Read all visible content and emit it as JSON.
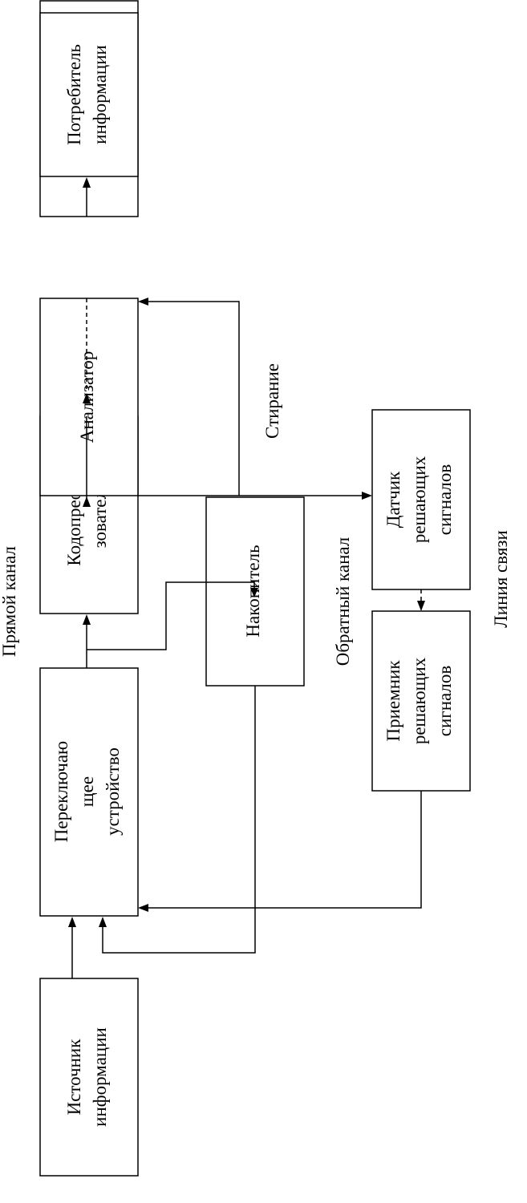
{
  "blocks": {
    "source": [
      "Источник",
      "информации"
    ],
    "switch": [
      "Переключаю",
      "щее",
      "устройство"
    ],
    "coder": [
      "Кодопреобра",
      "зователь"
    ],
    "storage_lower": [
      "Накопитель"
    ],
    "analyzer": [
      "Анализатор"
    ],
    "storage_upper": [
      "Накопитель"
    ],
    "consumer": [
      "Потребитель",
      "информации"
    ],
    "sensor": [
      "Датчик",
      "решающих",
      "сигналов"
    ],
    "receiver": [
      "Приемник",
      "решающих",
      "сигналов"
    ]
  },
  "labels": {
    "forward_channel": "Прямой канал",
    "erasure": "Стирание",
    "return_channel": "Обратный канал",
    "link_line": "Линия связи"
  }
}
